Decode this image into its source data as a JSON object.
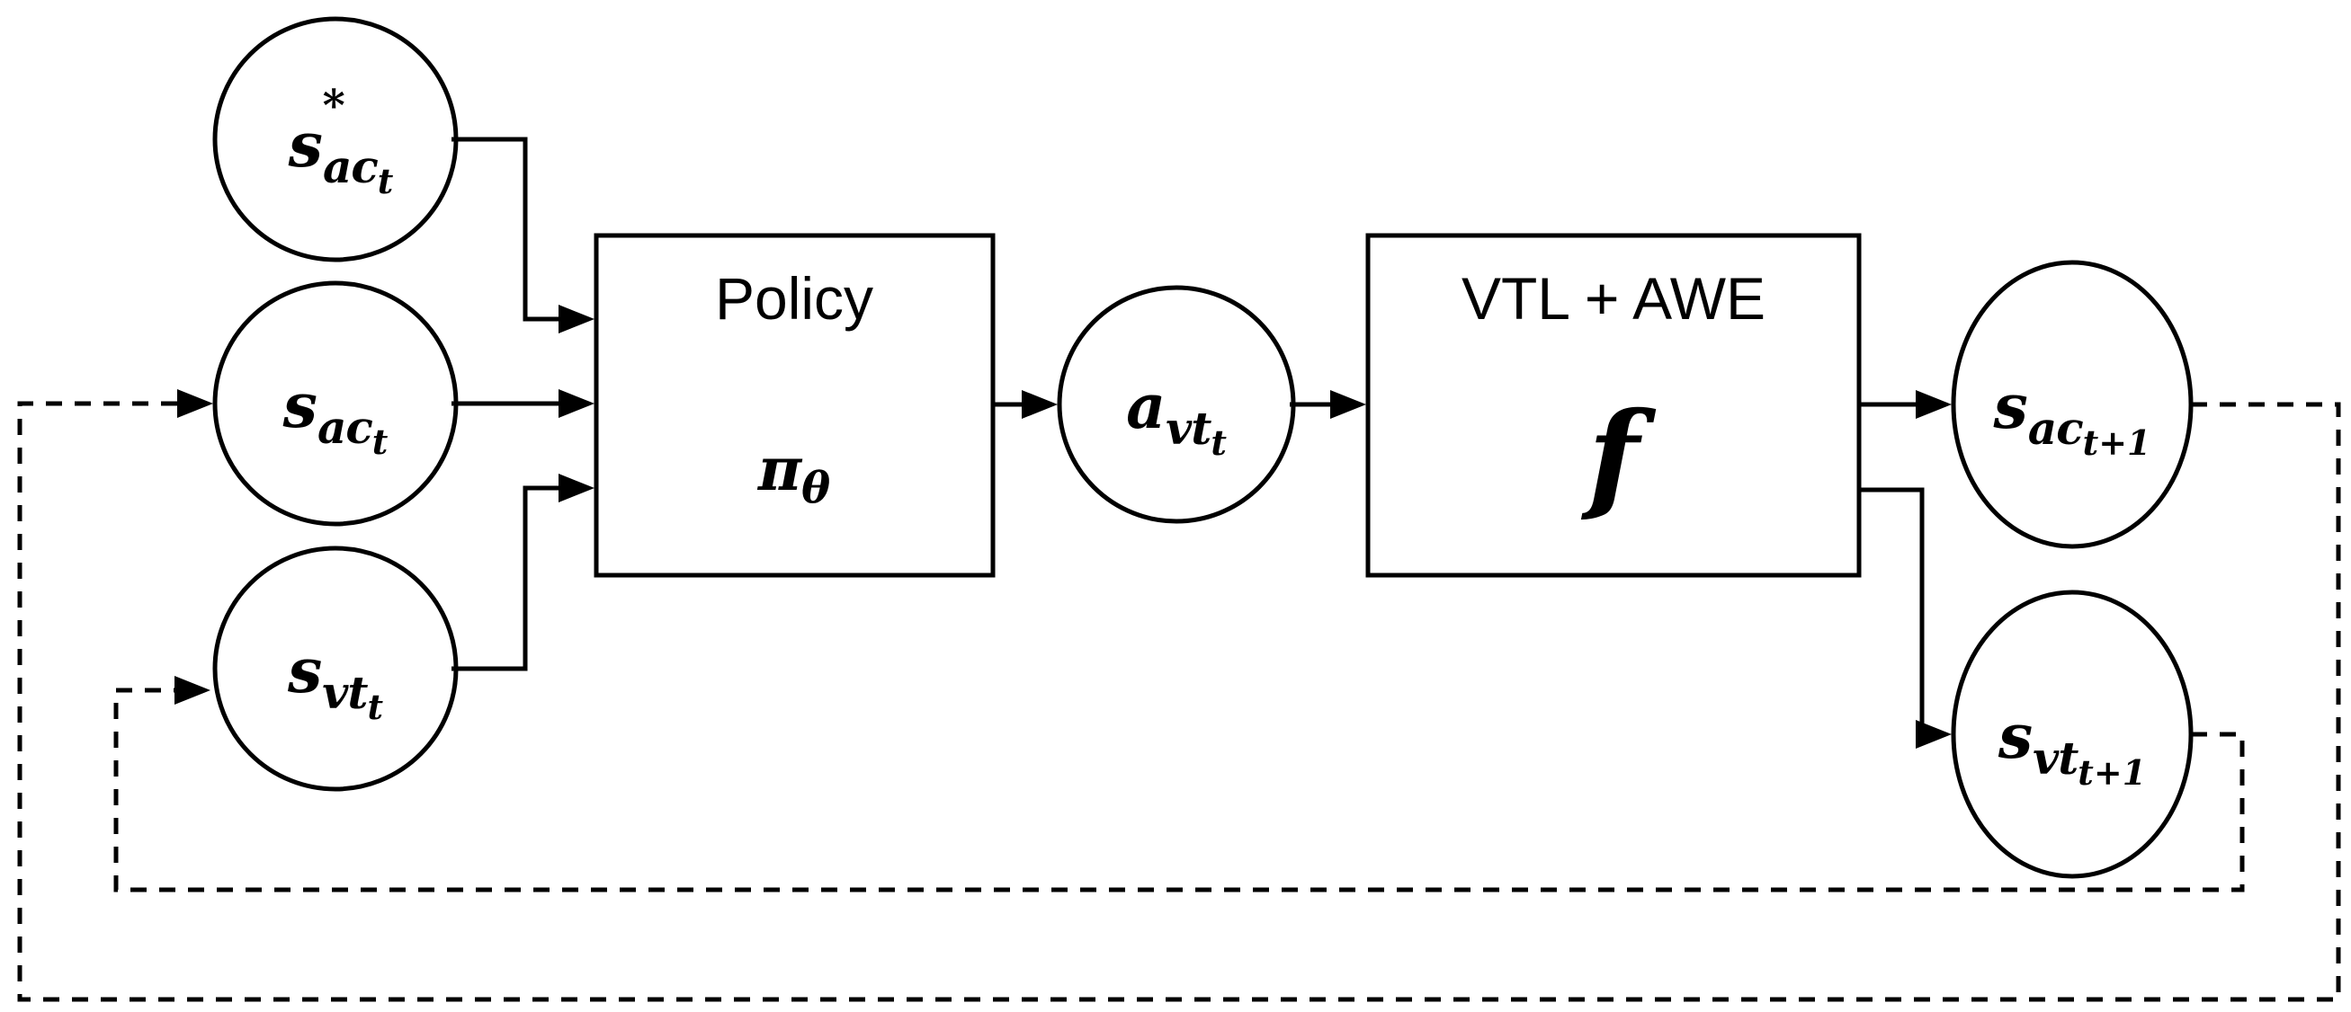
{
  "diagram": {
    "background": "#ffffff",
    "stroke_color": "#000000",
    "nodes": {
      "target_articulatory_state": {
        "base": "s",
        "sup": "*",
        "sub": "ac",
        "subsub": "t"
      },
      "articulatory_state": {
        "base": "s",
        "sub": "ac",
        "subsub": "t"
      },
      "vocal_tract_state": {
        "base": "s",
        "sub": "vt",
        "subsub": "t"
      },
      "action": {
        "base": "a",
        "sub": "vt",
        "subsub": "t"
      },
      "next_articulatory_state": {
        "base": "s",
        "sub": "ac",
        "subsub": "t+1"
      },
      "next_vocal_tract_state": {
        "base": "s",
        "sub": "vt",
        "subsub": "t+1"
      }
    },
    "boxes": {
      "policy": {
        "title": "Policy",
        "symbol_base": "π",
        "symbol_sub": "θ"
      },
      "model": {
        "title": "VTL + AWE",
        "symbol": "f"
      }
    },
    "edges": [
      {
        "from": "target_articulatory_state",
        "to": "policy",
        "style": "solid"
      },
      {
        "from": "articulatory_state",
        "to": "policy",
        "style": "solid"
      },
      {
        "from": "vocal_tract_state",
        "to": "policy",
        "style": "solid"
      },
      {
        "from": "policy",
        "to": "action",
        "style": "solid"
      },
      {
        "from": "action",
        "to": "model",
        "style": "solid"
      },
      {
        "from": "model",
        "to": "next_articulatory_state",
        "style": "solid"
      },
      {
        "from": "model",
        "to": "next_vocal_tract_state",
        "style": "solid"
      },
      {
        "from": "next_articulatory_state",
        "to": "articulatory_state",
        "style": "dashed"
      },
      {
        "from": "next_vocal_tract_state",
        "to": "vocal_tract_state",
        "style": "dashed"
      }
    ]
  }
}
